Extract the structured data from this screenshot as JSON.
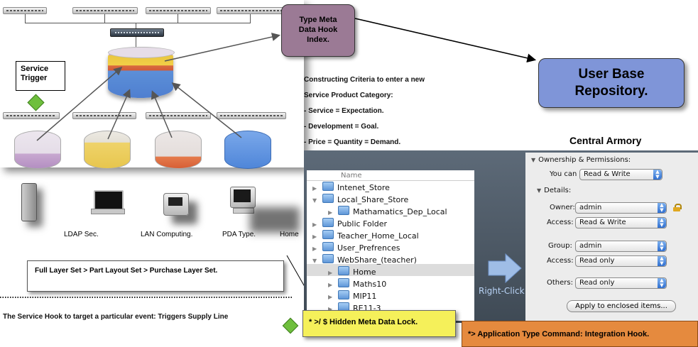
{
  "labels": {
    "service_trigger": "Service\nTrigger",
    "type_meta": "Type Meta\nData Hook\nIndex.",
    "user_base": "User Base\nRepository.",
    "central_armory": "Central Armory",
    "ldap": "LDAP Sec.",
    "lan": "LAN Computing.",
    "pda": "PDA Type.",
    "home": "Home",
    "full_layer": "Full Layer Set > Part Layout Set > Purchase Layer Set.",
    "service_hook": "The Service Hook to target a particular event:  Triggers Supply Line",
    "hidden_lock": "* >/  $ Hidden Meta Data Lock.",
    "app_type": "*> Application Type Command: Integration Hook.",
    "right_click": "Right-Click"
  },
  "criteria": {
    "heading1": "Constructing Criteria to enter a new",
    "heading2": "Service Product Category:",
    "items": [
      "- Service = Expectation.",
      "- Development = Goal.",
      "- Price = Quantity = Demand."
    ]
  },
  "file_list": {
    "header": "Name",
    "items": [
      {
        "label": "Intenet_Store",
        "arrow": "▶"
      },
      {
        "label": "Local_Share_Store",
        "arrow": "▼"
      },
      {
        "label": "Mathamatics_Dep_Local",
        "arrow": "▶"
      },
      {
        "label": "Public Folder",
        "arrow": "▶"
      },
      {
        "label": "Teacher_Home_Local",
        "arrow": "▶"
      },
      {
        "label": "User_Prefrences",
        "arrow": "▶"
      },
      {
        "label": "WebShare_(teacher)",
        "arrow": "▼"
      },
      {
        "label": "Home",
        "arrow": "▶"
      },
      {
        "label": "Maths10",
        "arrow": "▶"
      },
      {
        "label": "MIP11",
        "arrow": "▶"
      },
      {
        "label": "RE11-3",
        "arrow": "▶"
      }
    ]
  },
  "permissions": {
    "ownership_title": "Ownership & Permissions:",
    "you_can_label": "You can",
    "you_can_value": "Read & Write",
    "details_title": "Details:",
    "owner_label": "Owner:",
    "owner_value": "admin",
    "access1_label": "Access:",
    "access1_value": "Read & Write",
    "group_label": "Group:",
    "group_value": "admin",
    "access2_label": "Access:",
    "access2_value": "Read only",
    "others_label": "Others:",
    "others_value": "Read only",
    "apply_button": "Apply to enclosed items..."
  },
  "colors": {
    "purple_box": "#9b7a95",
    "blue_box": "#7f95d8",
    "yellow_box": "#f5f05a",
    "orange_box": "#e58a3e",
    "diamond": "#6fbf3d"
  }
}
